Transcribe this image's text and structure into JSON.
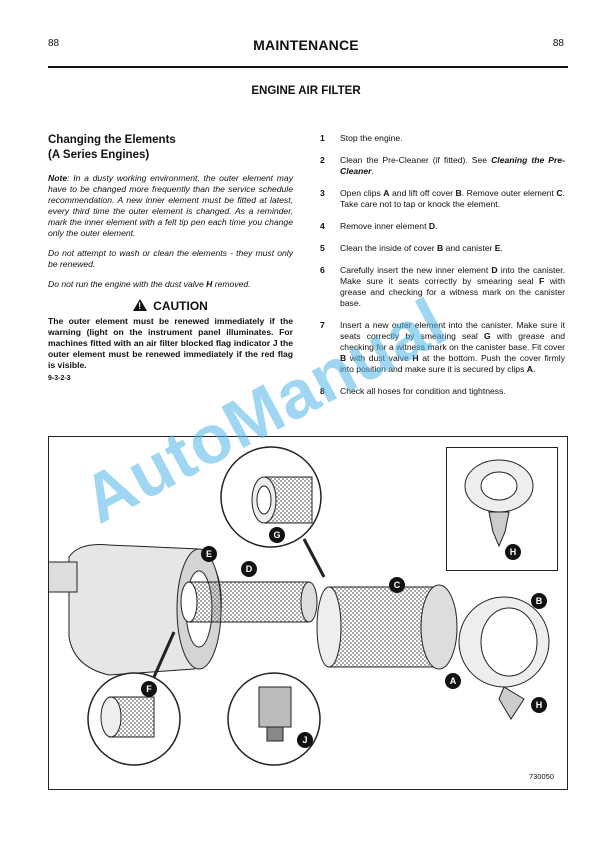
{
  "header": {
    "page_left": "88",
    "page_right": "88",
    "title": "MAINTENANCE"
  },
  "section_title": "ENGINE AIR FILTER",
  "left": {
    "subhead_line1": "Changing the Elements",
    "subhead_line2": "(A Series Engines)",
    "note_label": "Note",
    "note_text": ": In a dusty working environment, the outer element may have to be changed more frequently than the service schedule recommendation. A new inner element must be fitted at latest, every third time the outer element is changed. As a reminder, mark the inner element with a felt tip pen each time you change only the outer element.",
    "para2": "Do not attempt to wash or clean the elements - they must only be renewed.",
    "para3_before": "Do not run the engine with the dust valve ",
    "para3_bold": "H",
    "para3_after": " removed.",
    "caution_title": "CAUTION",
    "caution_text": "The outer element must be renewed immediately if the warning (light on the instrument panel illuminates. For machines fitted with an air filter blocked flag indicator J the outer element must be renewed immediately if the red flag is visible.",
    "caution_code": "9-3-2-3"
  },
  "steps": [
    {
      "n": "1",
      "text": "Stop the engine."
    },
    {
      "n": "2",
      "a": "Clean the Pre-Cleaner (if fitted). See ",
      "b": "Cleaning the Pre-Cleaner",
      "c": "."
    },
    {
      "n": "3",
      "a": "Open clips ",
      "b": "A",
      "c": " and lift off cover ",
      "d": "B",
      "e": ". Remove outer element ",
      "f": "C",
      "g": ". Take care not to tap or knock the element."
    },
    {
      "n": "4",
      "a": "Remove inner element ",
      "b": "D",
      "c": "."
    },
    {
      "n": "5",
      "a": "Clean the inside of cover ",
      "b": "B",
      "c": " and canister ",
      "d": "E",
      "e": "."
    },
    {
      "n": "6",
      "a": "Carefully insert the new inner element ",
      "b": "D",
      "c": " into the canister. Make sure it seats correctly by smearing seal ",
      "d": "F",
      "e": " with grease and checking for a witness mark on the canister base."
    },
    {
      "n": "7",
      "a": "Insert a new outer element into the canister. Make sure it seats correctly by smearing seal ",
      "b": "G",
      "c": " with grease and checking for a witness mark on the canister base. Fit cover ",
      "d": "B",
      "e": " with dust valve ",
      "f": "H",
      "g": " at the bottom. Push the cover firmly into position and make sure it is secured by clips ",
      "h": "A",
      "i": "."
    },
    {
      "n": "8",
      "text": "Check all hoses for condition and tightness."
    }
  ],
  "figure": {
    "labels": {
      "A": "A",
      "B": "B",
      "C": "C",
      "D": "D",
      "E": "E",
      "F": "F",
      "G": "G",
      "H1": "H",
      "H2": "H",
      "J": "J"
    },
    "fig_number": "730050"
  },
  "watermark": "AutoManual"
}
